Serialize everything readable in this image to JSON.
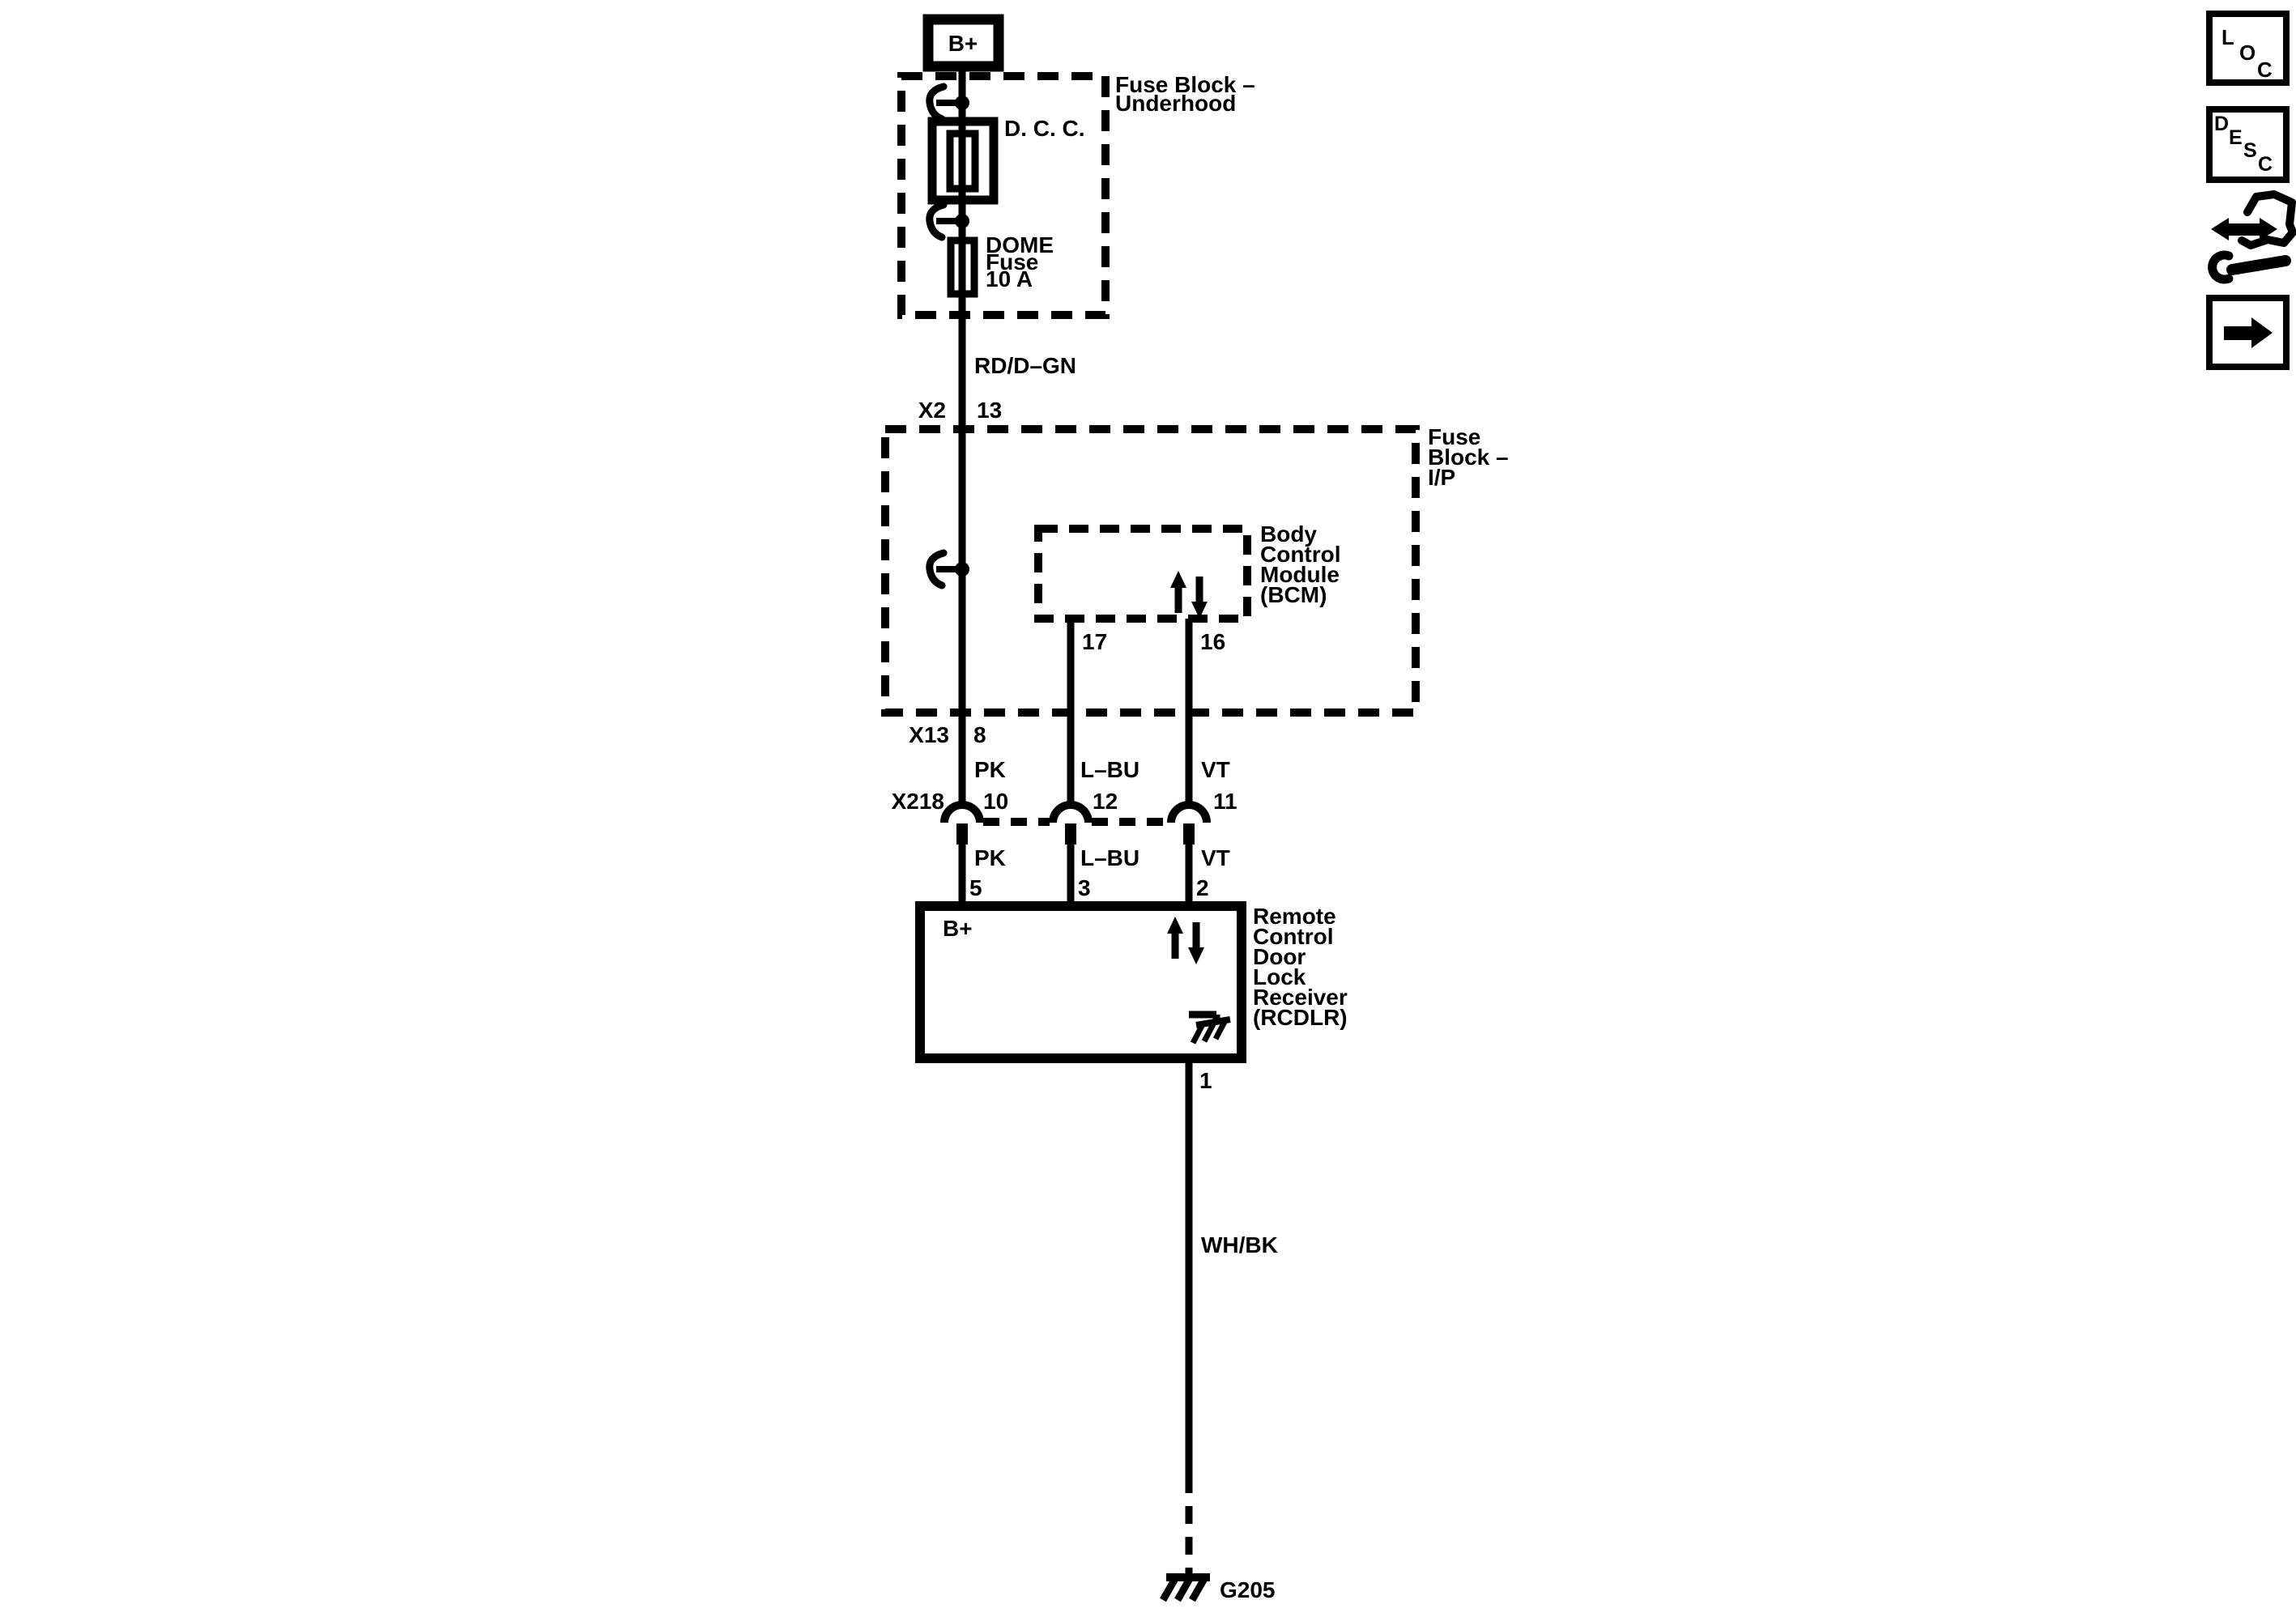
{
  "diagram": {
    "battery": {
      "label": "B+"
    },
    "fuse_block_underhood": {
      "name_lines": [
        "Fuse Block –",
        "Underhood"
      ],
      "dcc_label": "D. C. C.",
      "dome_fuse_lines": [
        "DOME",
        "Fuse",
        "10 A"
      ]
    },
    "wire_colors": {
      "battery_feed": "RD/D–GN",
      "upper": [
        "PK",
        "L–BU",
        "VT"
      ],
      "lower": [
        "PK",
        "L–BU",
        "VT"
      ],
      "ground_wire": "WH/BK"
    },
    "connectors": {
      "x2": {
        "name": "X2",
        "pin": "13"
      },
      "x13": {
        "name": "X13",
        "pin": "8"
      },
      "x218": {
        "name": "X218",
        "pins": [
          "10",
          "12",
          "11"
        ]
      }
    },
    "fuse_block_ip": {
      "name_lines": [
        "Fuse",
        "Block –",
        "I/P"
      ]
    },
    "bcm": {
      "name_lines": [
        "Body",
        "Control",
        "Module",
        "(BCM)"
      ],
      "pins": [
        "17",
        "16"
      ]
    },
    "rcdlr": {
      "name_lines": [
        "Remote",
        "Control",
        "Door",
        "Lock",
        "Receiver",
        "(RCDLR)"
      ],
      "b_plus_label": "B+",
      "pins_top": [
        "5",
        "3",
        "2"
      ],
      "pin_bottom": "1"
    },
    "ground": {
      "label": "G205"
    }
  },
  "sidebar": {
    "loc_letters": [
      "L",
      "O",
      "C"
    ],
    "desc_letters": [
      "D",
      "E",
      "S",
      "C"
    ]
  },
  "colors": {
    "ink": "#000000",
    "background": "#ffffff"
  }
}
